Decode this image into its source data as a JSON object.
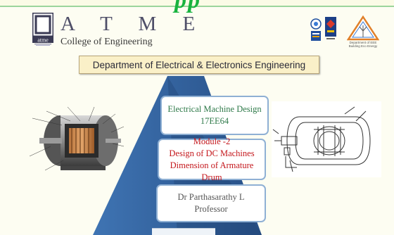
{
  "header": {
    "top_partial_text": "pp",
    "logo_label": "atme",
    "atme_letters": "A T M E",
    "college": "College of Engineering"
  },
  "banner": {
    "department": "Department of Electrical & Electronics Engineering"
  },
  "cards": {
    "course_title": "Electrical Machine Design",
    "course_code": "17EE64",
    "module_number": "Module -2",
    "module_title": "Design of DC Machines",
    "module_subtitle": "Dimension of Armature Drum",
    "author_name": "Dr Parthasarathy L",
    "author_role": "Professor"
  },
  "partner": {
    "dept_caption": "Department of EEE Building Eco Energy"
  },
  "colors": {
    "slide_bg": "#fdfdf2",
    "accent_green": "#18b33f",
    "banner_bg": "#faf0c8",
    "pyramid_blue": "#2f5f99",
    "card_border": "#8fb0d4",
    "course_text": "#2f7a4a",
    "module_text": "#c4171c"
  },
  "icons": {
    "college_logo": "atme-logo-icon",
    "partner_logo_1": "aicte-logo-icon",
    "partner_logo_2": "vtu-logo-icon",
    "dept_logo": "triangle-turbine-logo-icon",
    "left_image": "dc-motor-cutaway-icon",
    "right_image": "dc-machine-schematic-icon"
  }
}
